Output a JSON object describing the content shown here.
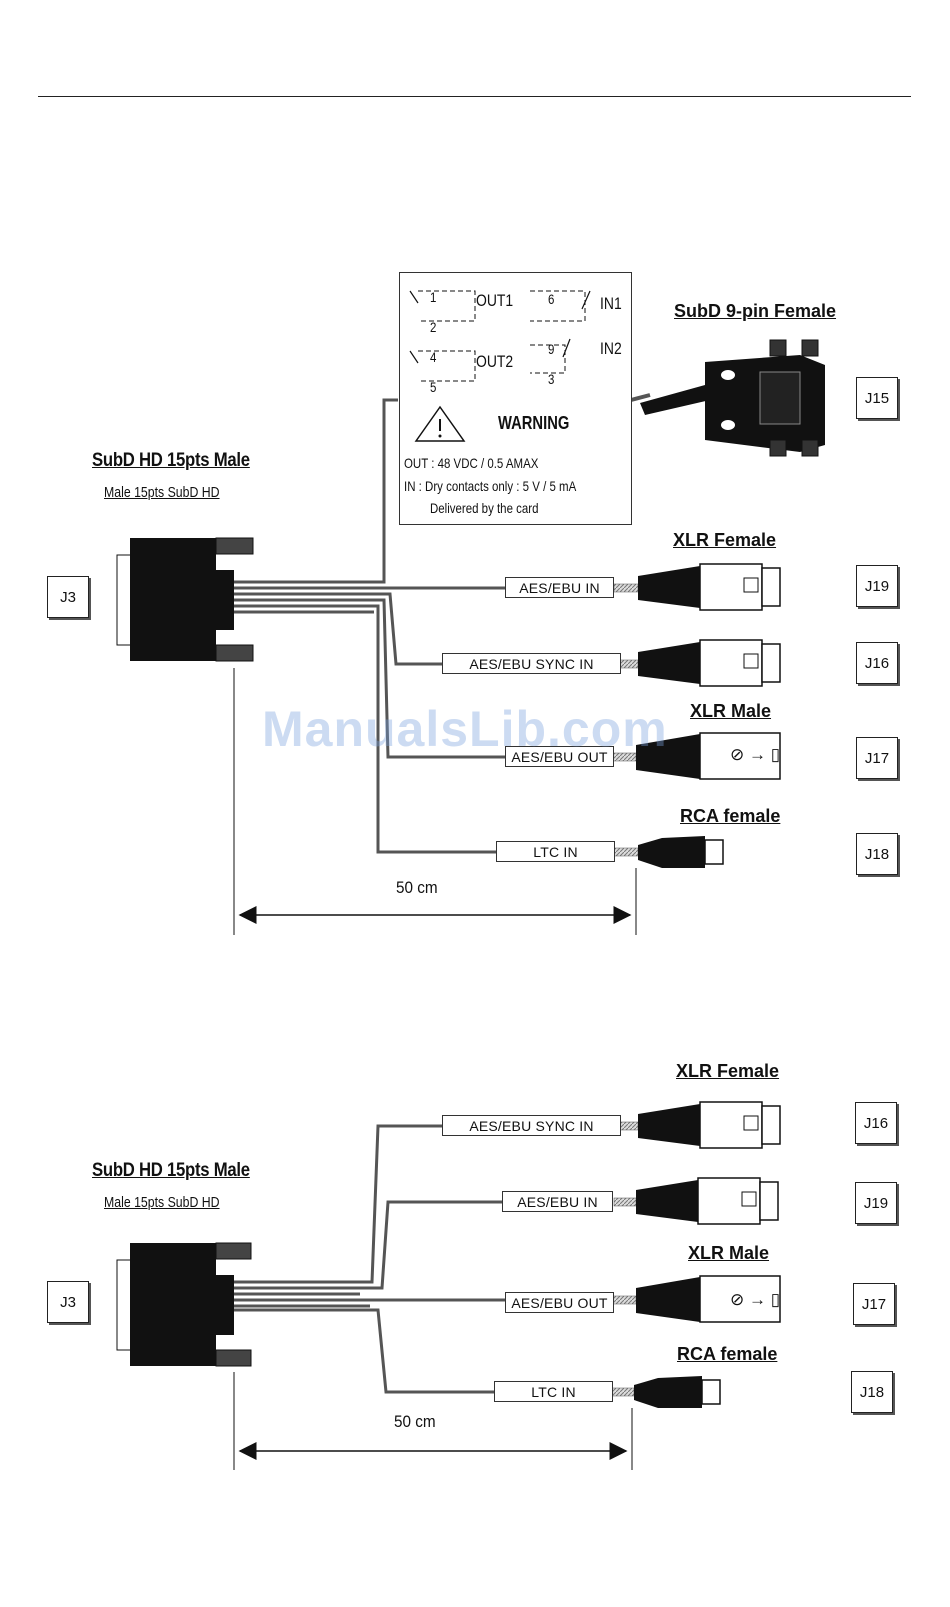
{
  "colors": {
    "ink": "#111111",
    "cable": "#555555",
    "watermark": "#8fb0e0"
  },
  "watermark": "ManualsLib.com",
  "diagram_top": {
    "source_connector": {
      "title": "SubD HD 15pts Male",
      "subtitle": "Male 15pts SubD HD",
      "id": "J3"
    },
    "gpio": {
      "title": "SubD 9-pin Female",
      "id": "J15",
      "contacts": {
        "out1_pin_a": "1",
        "out1_pin_b": "2",
        "out1_label": "OUT1",
        "out2_pin_a": "4",
        "out2_pin_b": "5",
        "out2_label": "OUT2",
        "in1_pin": "6",
        "in1_label": "IN1",
        "in2_pin_a": "9",
        "in2_pin_b": "3",
        "in2_label": "IN2"
      },
      "warning_title": "WARNING",
      "warning_lines": [
        "OUT : 48 VDC / 0.5 AMAX",
        "IN : Dry contacts only : 5 V / 5 mA",
        "Delivered by the card"
      ]
    },
    "headers": {
      "xlr_female": "XLR Female",
      "xlr_male": "XLR Male",
      "rca_female": "RCA female"
    },
    "cables": [
      {
        "label": "AES/EBU IN",
        "id": "J19"
      },
      {
        "label": "AES/EBU SYNC IN",
        "id": "J16"
      },
      {
        "label": "AES/EBU OUT",
        "id": "J17",
        "symbol": "⊘ → ▯"
      },
      {
        "label": "LTC IN",
        "id": "J18"
      }
    ],
    "length": "50 cm"
  },
  "diagram_bottom": {
    "source_connector": {
      "title": "SubD HD 15pts Male",
      "subtitle": "Male 15pts SubD HD",
      "id": "J3"
    },
    "headers": {
      "xlr_female": "XLR Female",
      "xlr_male": "XLR Male",
      "rca_female": "RCA female"
    },
    "cables": [
      {
        "label": "AES/EBU SYNC IN",
        "id": "J16"
      },
      {
        "label": "AES/EBU IN",
        "id": "J19"
      },
      {
        "label": "AES/EBU OUT",
        "id": "J17",
        "symbol": "⊘ → ▯"
      },
      {
        "label": "LTC IN",
        "id": "J18"
      }
    ],
    "length": "50 cm"
  }
}
